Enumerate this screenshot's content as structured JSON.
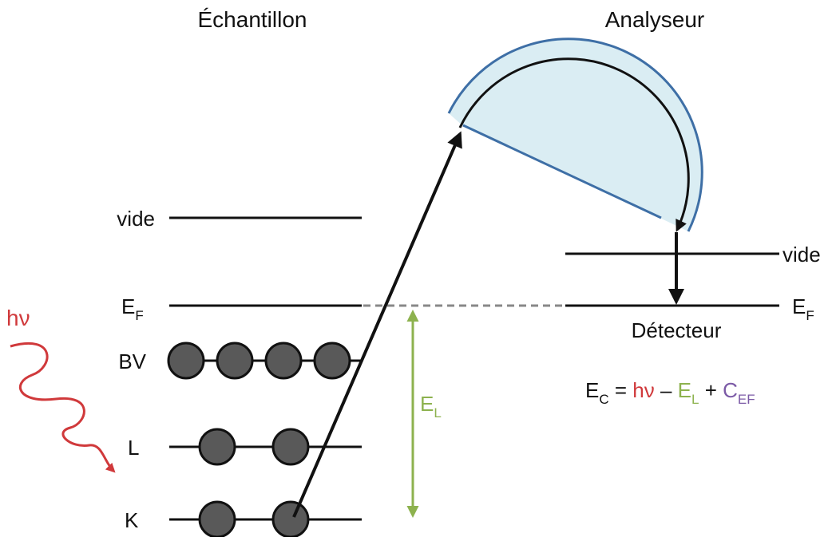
{
  "titles": {
    "sample": "Échantillon",
    "analyzer": "Analyseur"
  },
  "sample_levels": {
    "vacuum": "vide",
    "fermi_main": "E",
    "fermi_sub": "F",
    "valence_band": "BV",
    "shell_l": "L",
    "shell_k": "K"
  },
  "analyzer_levels": {
    "vacuum": "vide",
    "fermi_main": "E",
    "fermi_sub": "F",
    "detector": "Détecteur"
  },
  "photon": {
    "label": "hν",
    "color": "#d0393b"
  },
  "binding_energy": {
    "main": "E",
    "sub": "L",
    "color": "#8db24e"
  },
  "equation": {
    "ec_main": "E",
    "ec_sub": "C",
    "equals": " = ",
    "hv": "hν",
    "minus": " – ",
    "el_main": "E",
    "el_sub": "L",
    "plus": " + ",
    "cef_main": "C",
    "cef_sub": "EF",
    "colors": {
      "hv": "#d0393b",
      "el": "#8db24e",
      "cef": "#7b5aa6",
      "text": "#111111"
    }
  },
  "style": {
    "analyzer_fill": "#daedf3",
    "analyzer_stroke": "#3e6fa6",
    "electron_fill": "#595959",
    "line_color": "#111111",
    "dashed_color": "#888888"
  }
}
